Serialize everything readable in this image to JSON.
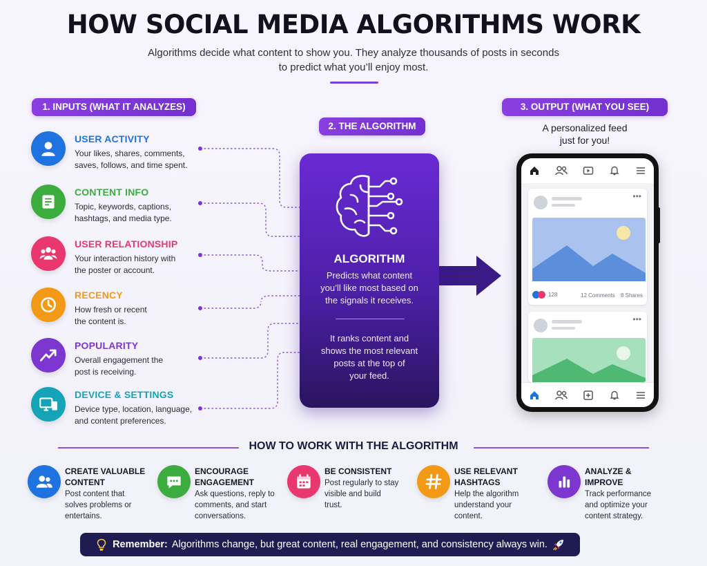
{
  "header": {
    "title": "HOW SOCIAL MEDIA ALGORITHMS WORK",
    "subtitle_line1": "Algorithms decide what content to show you. They analyze thousands of posts in seconds",
    "subtitle_line2": "to predict what you’ll enjoy most."
  },
  "sections": {
    "inputs": "1. INPUTS (WHAT IT ANALYZES)",
    "algorithm": "2. THE ALGORITHM",
    "output": "3. OUTPUT (WHAT YOU SEE)"
  },
  "inputs": [
    {
      "title": "USER ACTIVITY",
      "desc1": "Your likes, shares, comments,",
      "desc2": "saves, follows, and time spent.",
      "color": "#1f73e0",
      "icon": "user-icon"
    },
    {
      "title": "CONTENT INFO",
      "desc1": "Topic, keywords, captions,",
      "desc2": "hashtags, and media type.",
      "color": "#3dac3f",
      "icon": "document-icon"
    },
    {
      "title": "USER RELATIONSHIP",
      "desc1": "Your interaction history with",
      "desc2": "the poster or account.",
      "color": "#e8386f",
      "icon": "group-icon"
    },
    {
      "title": "RECENCY",
      "desc1": "How fresh or recent",
      "desc2": "the content is.",
      "color": "#f29a16",
      "icon": "clock-icon"
    },
    {
      "title": "POPULARITY",
      "desc1": "Overall engagement the",
      "desc2": "post is receiving.",
      "color": "#7d36cf",
      "icon": "trend-up-icon"
    },
    {
      "title": "DEVICE & SETTINGS",
      "desc1": "Device type, location, language,",
      "desc2": "and content preferences.",
      "color": "#15a3b8",
      "icon": "devices-icon"
    }
  ],
  "algorithm": {
    "title": "ALGORITHM",
    "text1": [
      "Predicts what content",
      "you’ll like most based on",
      "the signals it receives."
    ],
    "text2": [
      "It ranks content and",
      "shows the most relevant",
      "posts at the top of",
      "your feed."
    ]
  },
  "output": {
    "caption1": "A personalized feed",
    "caption2": "just for you!",
    "likes": "128",
    "comments": "12 Comments",
    "shares": "8 Shares"
  },
  "how": {
    "title": "HOW TO WORK WITH THE ALGORITHM",
    "tips": [
      {
        "title1": "CREATE VALUABLE",
        "title2": "CONTENT",
        "desc": [
          "Post content that",
          "solves problems or",
          "entertains."
        ],
        "color": "#1f73e0",
        "icon": "people-icon"
      },
      {
        "title1": "ENCOURAGE",
        "title2": "ENGAGEMENT",
        "desc": [
          "Ask questions, reply to",
          "comments, and start",
          "conversations."
        ],
        "color": "#3dac3f",
        "icon": "chat-icon"
      },
      {
        "title1": "BE CONSISTENT",
        "title2": "",
        "desc": [
          "Post regularly to stay",
          "visible and build",
          "trust."
        ],
        "color": "#e8386f",
        "icon": "calendar-icon"
      },
      {
        "title1": "USE RELEVANT",
        "title2": "HASHTAGS",
        "desc": [
          "Help the algorithm",
          "understand your",
          "content."
        ],
        "color": "#f29a16",
        "icon": "hashtag-icon"
      },
      {
        "title1": "ANALYZE &",
        "title2": "IMPROVE",
        "desc": [
          "Track performance",
          "and optimize your",
          "content strategy."
        ],
        "color": "#7d36cf",
        "icon": "bar-chart-icon"
      }
    ]
  },
  "remember": {
    "label": "Remember:",
    "text": "Algorithms change, but great content, real engagement, and consistency always win."
  }
}
